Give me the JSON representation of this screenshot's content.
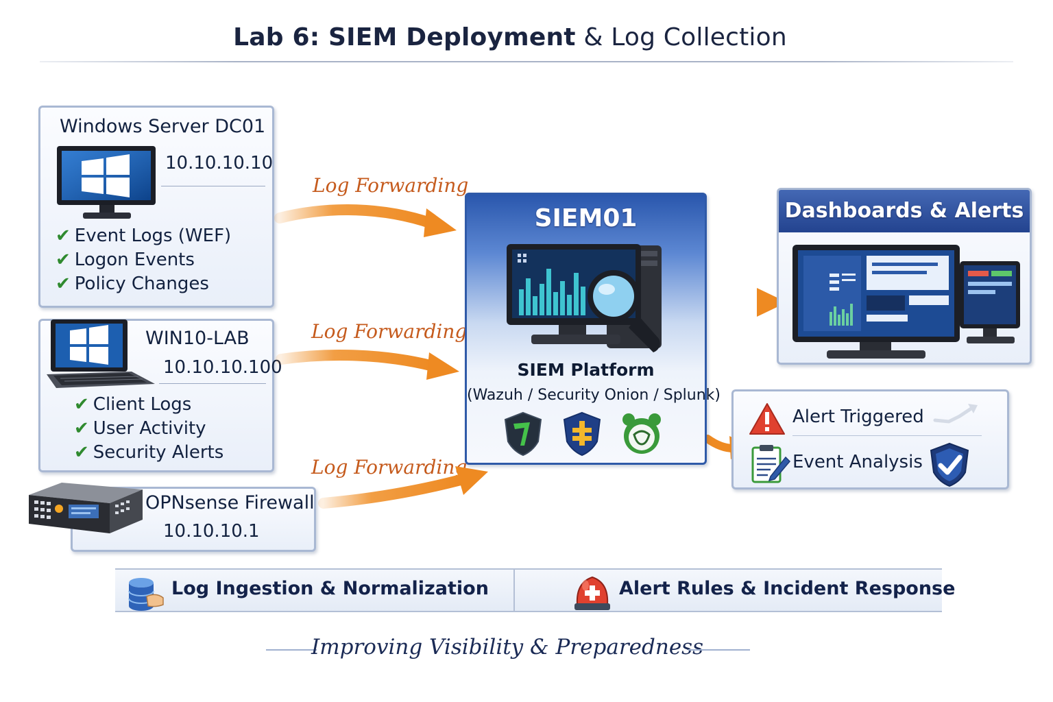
{
  "title": {
    "bold": "Lab 6: SIEM Deployment",
    "rest": "& Log Collection"
  },
  "hosts": {
    "dc01": {
      "name": "Windows Server DC01",
      "ip": "10.10.10.10",
      "items": [
        "Event Logs (WEF)",
        "Logon Events",
        "Policy Changes"
      ]
    },
    "win10": {
      "name": "WIN10-LAB",
      "ip": "10.10.10.100",
      "items": [
        "Client Logs",
        "User Activity",
        "Security Alerts"
      ]
    },
    "firewall": {
      "name": "OPNsense Firewall",
      "ip": "10.10.10.1"
    }
  },
  "flows": [
    "Log Forwarding",
    "Log Forwarding",
    "Log Forwarding"
  ],
  "check_mark": "✔",
  "siem": {
    "name": "SIEM01",
    "platform": "SIEM Platform",
    "tools": "(Wazuh / Security Onion / Splunk)"
  },
  "dashboards": {
    "title": "Dashboards & Alerts"
  },
  "alerts": {
    "triggered": "Alert Triggered",
    "analysis": "Event Analysis"
  },
  "footer": {
    "ingestion": "Log Ingestion & Normalization",
    "response": "Alert Rules & Incident Response",
    "tagline": "Improving Visibility & Preparedness"
  },
  "colors": {
    "arrow": "#f0932f",
    "panel_border": "#a9b8d3",
    "header_blue": "#23438f",
    "check_green": "#2f8a2f",
    "flow_label": "#c55a1c"
  }
}
